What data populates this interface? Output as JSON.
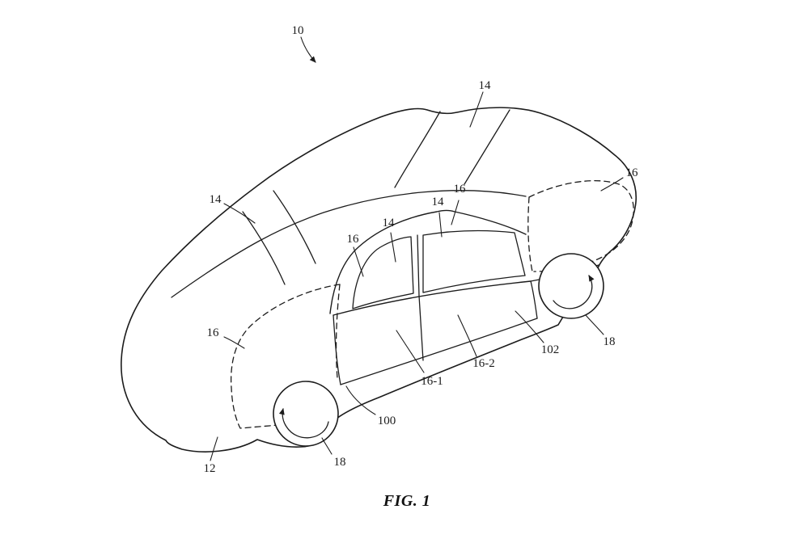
{
  "figure": {
    "caption": "FIG. 1",
    "type": "patent-line-drawing",
    "subject": "vehicle with fabric body panels, isometric view",
    "colors": {
      "ink": "#1c1c1c",
      "background": "#ffffff"
    },
    "labels": [
      {
        "id": "10",
        "text": "10"
      },
      {
        "id": "14-roof-right",
        "text": "14"
      },
      {
        "id": "16-front-dashed",
        "text": "16"
      },
      {
        "id": "14-roof-left",
        "text": "14"
      },
      {
        "id": "16-rear-pillar",
        "text": "16"
      },
      {
        "id": "14-rear-window",
        "text": "14"
      },
      {
        "id": "14-b-pillar",
        "text": "14"
      },
      {
        "id": "16-front-window",
        "text": "16"
      },
      {
        "id": "16-rear-dashed",
        "text": "16"
      },
      {
        "id": "18-front-wheel",
        "text": "18"
      },
      {
        "id": "102",
        "text": "102"
      },
      {
        "id": "16-2",
        "text": "16-2"
      },
      {
        "id": "16-1",
        "text": "16-1"
      },
      {
        "id": "100",
        "text": "100"
      },
      {
        "id": "12",
        "text": "12"
      },
      {
        "id": "18-rear-wheel",
        "text": "18"
      }
    ]
  }
}
